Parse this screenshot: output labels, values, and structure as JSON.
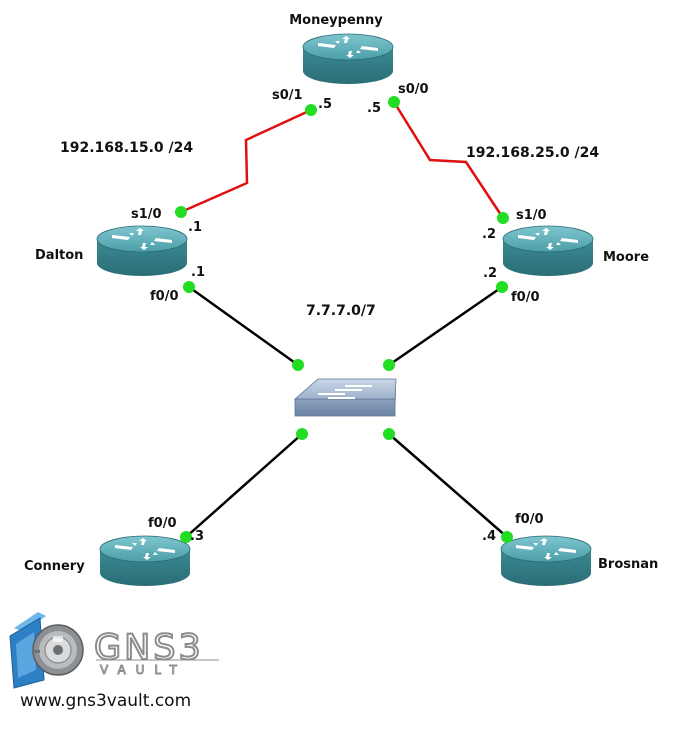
{
  "routers": [
    {
      "id": "moneypenny",
      "name": "Moneypenny"
    },
    {
      "id": "dalton",
      "name": "Dalton"
    },
    {
      "id": "moore",
      "name": "Moore"
    },
    {
      "id": "connery",
      "name": "Connery"
    },
    {
      "id": "brosnan",
      "name": "Brosnan"
    }
  ],
  "networks": {
    "serial_left": "192.168.15.0 /24",
    "serial_right": "192.168.25.0 /24",
    "lan": "7.7.7.0/7"
  },
  "interfaces": {
    "moneypenny_s01": "s0/1",
    "moneypenny_s00": "s0/0",
    "moneypenny_left_ip": ".5",
    "moneypenny_right_ip": ".5",
    "dalton_s10": "s1/0",
    "dalton_s10_ip": ".1",
    "dalton_f00_ip": ".1",
    "dalton_f00": "f0/0",
    "moore_s10": "s1/0",
    "moore_s10_ip": ".2",
    "moore_f00_ip": ".2",
    "moore_f00": "f0/0",
    "connery_f00": "f0/0",
    "connery_ip": ".3",
    "brosnan_f00": "f0/0",
    "brosnan_ip": ".4"
  },
  "logo": {
    "brand": "GNS3",
    "sub": "VAULT",
    "url": "www.gns3vault.com"
  },
  "colors": {
    "serial_link": "#e01010",
    "ethernet_link": "#000000",
    "port_dot": "#22dd22",
    "router_body": "#3f8f99"
  }
}
